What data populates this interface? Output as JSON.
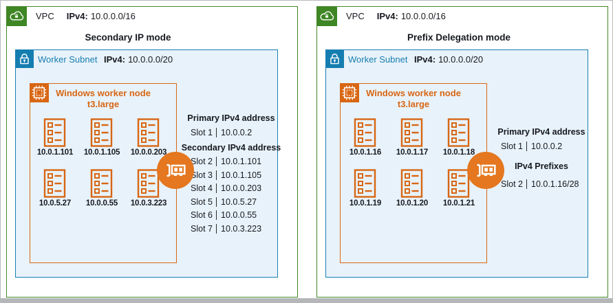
{
  "colors": {
    "vpc_green": "#3F8624",
    "subnet_blue": "#157EB0",
    "subnet_fill": "#E8F2FA",
    "node_orange": "#D86613",
    "eni_orange": "#E4771F",
    "text_dark": "#16191F"
  },
  "icons": {
    "vpc": "vpc-cloud-lock-icon",
    "subnet": "private-subnet-lock-icon",
    "node": "ec2-instance-chip-icon",
    "pod": "pod-list-icon",
    "eni": "network-interface-icon"
  },
  "panels": [
    {
      "name": "Secondary IP mode panel",
      "vpc_label": "VPC",
      "vpc_ip_key": "IPv4:",
      "vpc_ip": "10.0.0.0/16",
      "mode_title": "Secondary IP mode",
      "subnet_label": "Worker Subnet",
      "subnet_ip_key": "IPv4:",
      "subnet_ip": "10.0.0.0/20",
      "node_title": "Windows worker node",
      "node_instance": "t3.large",
      "pods": [
        "10.0.1.101",
        "10.0.1.105",
        "10.0.0.203",
        "10.0.5.27",
        "10.0.0.55",
        "10.0.3.223"
      ],
      "eni_sections": [
        {
          "heading": "Primary IPv4 address",
          "slots": [
            {
              "label": "Slot 1",
              "value": "10.0.0.2"
            }
          ]
        },
        {
          "heading": "Secondary IPv4 address",
          "slots": [
            {
              "label": "Slot 2",
              "value": "10.0.1.101"
            },
            {
              "label": "Slot 3",
              "value": "10.0.1.105"
            },
            {
              "label": "Slot 4",
              "value": "10.0.0.203"
            },
            {
              "label": "Slot 5",
              "value": "10.0.5.27"
            },
            {
              "label": "Slot 6",
              "value": "10.0.0.55"
            },
            {
              "label": "Slot 7",
              "value": "10.0.3.223"
            }
          ]
        }
      ]
    },
    {
      "name": "Prefix Delegation mode panel",
      "vpc_label": "VPC",
      "vpc_ip_key": "IPv4:",
      "vpc_ip": "10.0.0.0/16",
      "mode_title": "Prefix Delegation mode",
      "subnet_label": "Worker Subnet",
      "subnet_ip_key": "IPv4:",
      "subnet_ip": "10.0.0.0/20",
      "node_title": "Windows worker node",
      "node_instance": "t3.large",
      "pods": [
        "10.0.1.16",
        "10.0.1.17",
        "10.0.1.18",
        "10.0.1.19",
        "10.0.1.20",
        "10.0.1.21"
      ],
      "eni_sections": [
        {
          "heading": "Primary IPv4 address",
          "slots": [
            {
              "label": "Slot 1",
              "value": "10.0.0.2"
            }
          ]
        },
        {
          "heading": "IPv4 Prefixes",
          "slots": [
            {
              "label": "Slot 2",
              "value": "10.0.1.16/28"
            }
          ]
        }
      ]
    }
  ]
}
